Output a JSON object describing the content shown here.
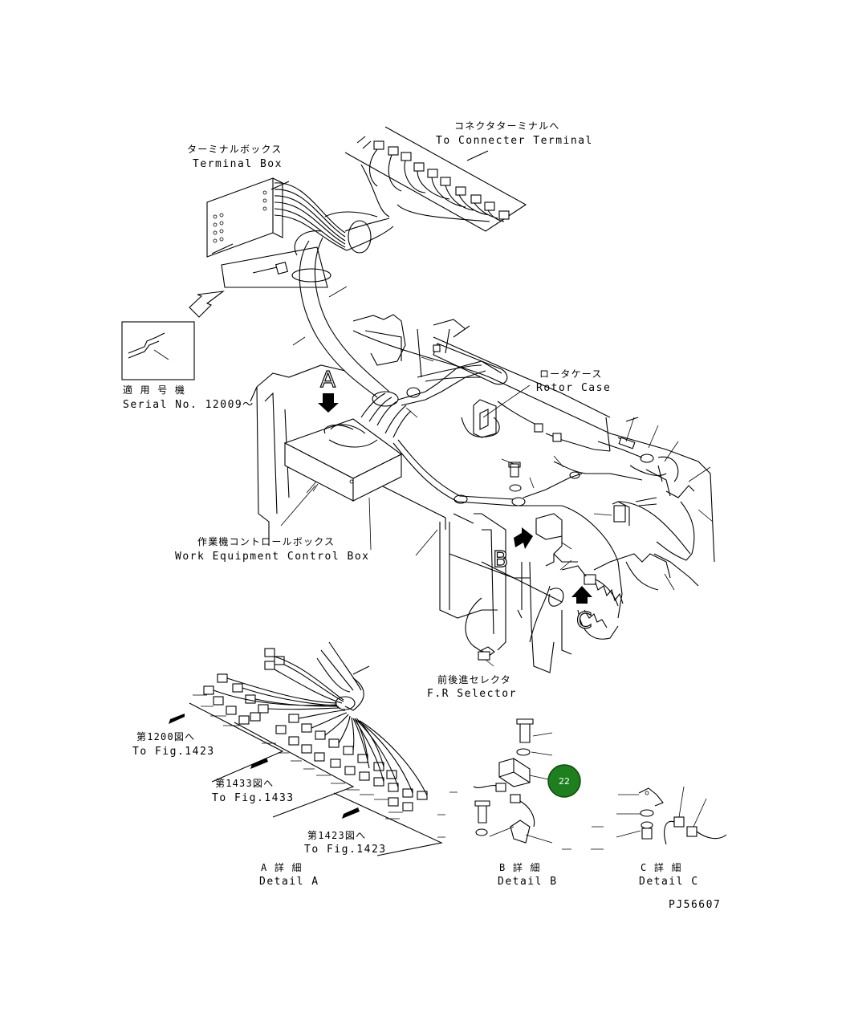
{
  "labels": {
    "connector_terminal_jp": "コネクタターミナルへ",
    "connector_terminal_en": "To Connecter Terminal",
    "terminal_box_jp": "ターミナルボックス",
    "terminal_box_en": "Terminal Box",
    "rotor_case_jp": "ロータケース",
    "rotor_case_en": "Rotor Case",
    "serial_jp": "適 用 号 機",
    "serial_en": "Serial No. 12009～",
    "control_box_jp": "作業機コントロールボックス",
    "control_box_en": "Work Equipment Control Box",
    "fr_selector_jp": "前後進セレクタ",
    "fr_selector_en": "F.R Selector",
    "fig1200_jp": "第1200図へ",
    "fig1200_en": "To Fig.1423",
    "fig1433_jp": "第1433図へ",
    "fig1433_en": "To Fig.1433",
    "fig1423_jp": "第1423図へ",
    "fig1423_en": "To Fig.1423",
    "detail_a_jp": "A 詳 細",
    "detail_a_en": "Detail A",
    "detail_b_jp": "B 詳 細",
    "detail_b_en": "Detail B",
    "detail_c_jp": "C 詳 細",
    "detail_c_en": "Detail C",
    "drawing_no": "PJ56607"
  },
  "view_letters": {
    "a": "A",
    "b": "B",
    "c": "C"
  },
  "callout": {
    "number": "22",
    "color": "#1e7f1e"
  }
}
